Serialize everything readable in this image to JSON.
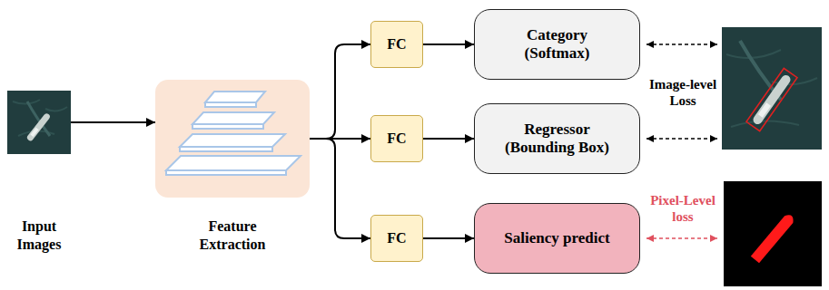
{
  "diagram": {
    "nodes": [
      {
        "text": [
          "Input Images"
        ]
      },
      {
        "text": [
          "Feature Extraction"
        ]
      },
      {
        "text": [
          "FC"
        ]
      },
      {
        "text": [
          "Category (Softmax)"
        ]
      },
      {
        "text": [
          "FC"
        ]
      },
      {
        "text": [
          "Regressor (Bounding Box)"
        ]
      },
      {
        "text": [
          "FC"
        ]
      },
      {
        "text": [
          "Saliency predict"
        ]
      }
    ],
    "edges": [
      {
        "from": 0,
        "to": 1,
        "arrow": "to"
      },
      {
        "from": 1,
        "to": 2,
        "arrow": "to"
      },
      {
        "from": 1,
        "to": 4,
        "arrow": "to"
      },
      {
        "from": 1,
        "to": 6,
        "arrow": "to"
      },
      {
        "from": 2,
        "to": 3,
        "arrow": "to"
      },
      {
        "from": 4,
        "to": 5,
        "arrow": "to"
      },
      {
        "from": 6,
        "to": 7,
        "arrow": "to"
      }
    ],
    "labels": [
      "Image-level Loss",
      "Pixel-Level loss"
    ]
  }
}
